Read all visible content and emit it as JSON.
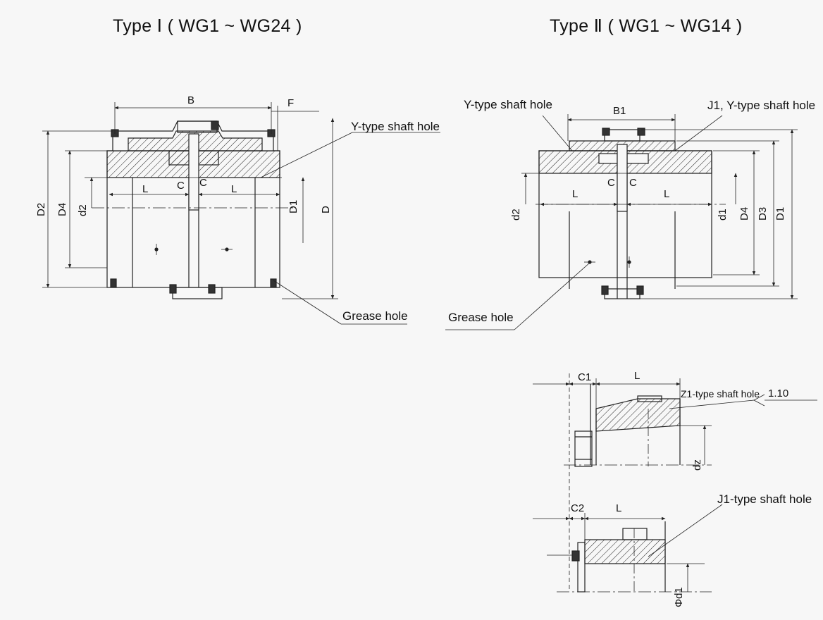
{
  "titles": {
    "type1": "Type Ⅰ ( WG1 ~ WG24 )",
    "type2": "Type Ⅱ ( WG1 ~ WG14 )"
  },
  "type1": {
    "callouts": {
      "y_type_shaft_hole": "Y-type shaft hole",
      "grease_hole": "Grease hole"
    },
    "dims": {
      "B": "B",
      "F": "F",
      "L_left": "L",
      "L_right": "L",
      "C_left": "C",
      "C_right": "C",
      "D2": "D2",
      "D4": "D4",
      "d2": "d2",
      "D1": "D1",
      "D": "D"
    }
  },
  "type2": {
    "callouts": {
      "y_type_shaft_hole": "Y-type shaft hole",
      "j1_y_type_shaft_hole": "J1, Y-type shaft hole",
      "grease_hole": "Grease hole"
    },
    "dims": {
      "B1": "B1",
      "L_left": "L",
      "L_right": "L",
      "C_left": "C",
      "C_right": "C",
      "d2": "d2",
      "d1": "d1",
      "D4": "D4",
      "D3": "D3",
      "D1": "D1"
    }
  },
  "detail_z1": {
    "callout": "Z1-type shaft hole",
    "ratio": "1.10",
    "dims": {
      "C1": "C1",
      "L": "L",
      "dz": "dz"
    }
  },
  "detail_j1": {
    "callout": "J1-type shaft hole",
    "dims": {
      "C2": "C2",
      "L": "L",
      "phi_d1": "Φd1"
    }
  }
}
